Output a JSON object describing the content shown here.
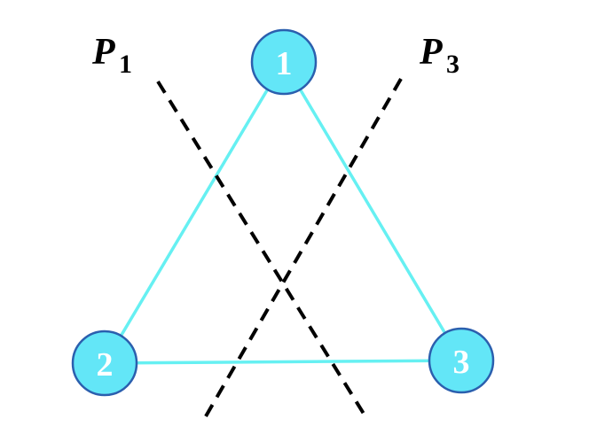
{
  "nodes": [
    {
      "id": "1",
      "label": "1"
    },
    {
      "id": "2",
      "label": "2"
    },
    {
      "id": "3",
      "label": "3"
    }
  ],
  "edges": [
    {
      "from": "1",
      "to": "2"
    },
    {
      "from": "1",
      "to": "3"
    },
    {
      "from": "2",
      "to": "3"
    }
  ],
  "cuts": [
    {
      "name": "P",
      "subscript": "1"
    },
    {
      "name": "P",
      "subscript": "3"
    }
  ],
  "colors": {
    "edge": "#66f0f2",
    "node_fill": "#63e6f7",
    "node_stroke": "#2b5fae",
    "cut_line": "#000000"
  }
}
